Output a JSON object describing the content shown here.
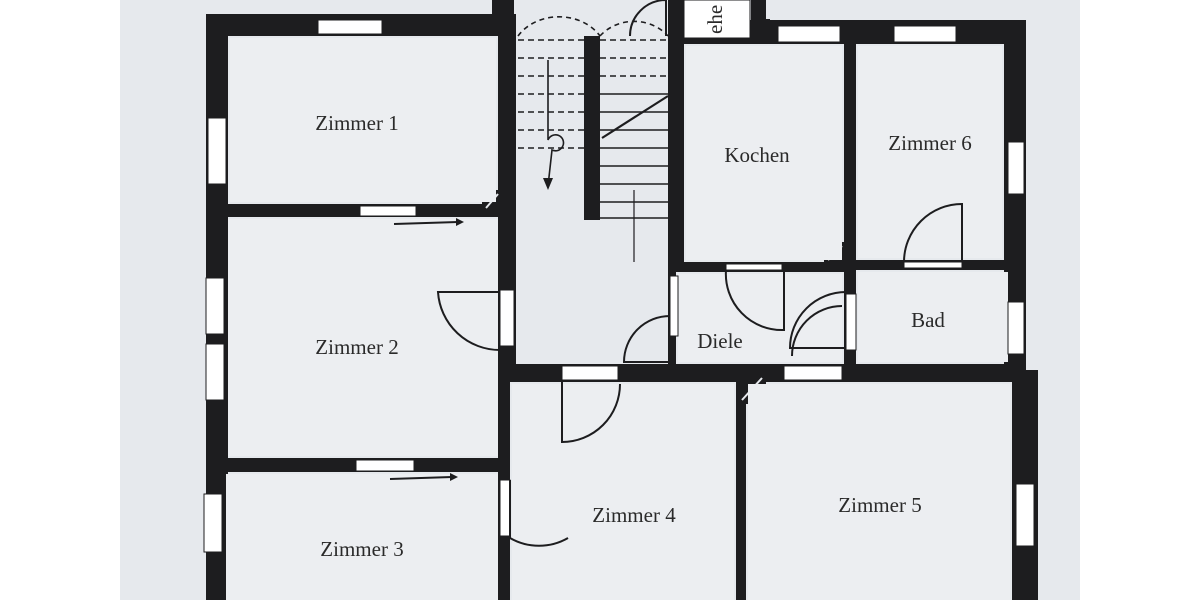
{
  "rooms": {
    "zimmer1": "Zimmer 1",
    "zimmer2": "Zimmer 2",
    "zimmer3": "Zimmer 3",
    "zimmer4": "Zimmer 4",
    "zimmer5": "Zimmer 5",
    "zimmer6": "Zimmer 6",
    "kochen": "Kochen",
    "bad": "Bad",
    "diele": "Diele",
    "top_cut": "ehe"
  },
  "colors": {
    "paper": "#e6e9ed",
    "wall": "#1d1d1f",
    "text": "#2a2a2a"
  }
}
